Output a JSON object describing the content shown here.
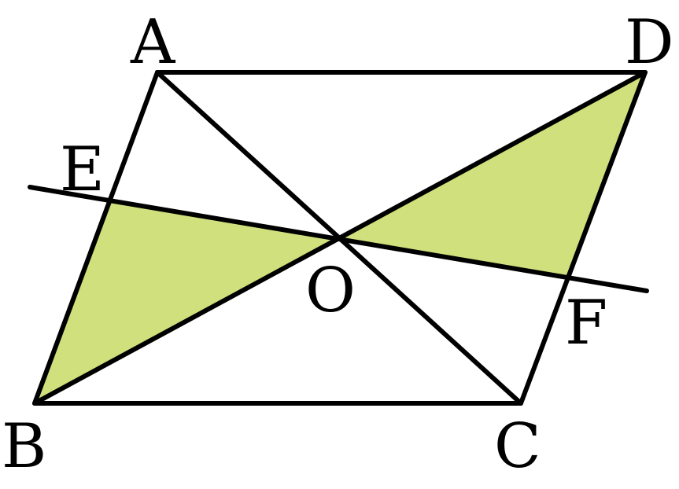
{
  "figure": {
    "fill_color": "#d0e07c",
    "stroke_color": "#000000",
    "labels": {
      "A": "A",
      "B": "B",
      "C": "C",
      "D": "D",
      "E": "E",
      "F": "F",
      "O": "O"
    }
  }
}
